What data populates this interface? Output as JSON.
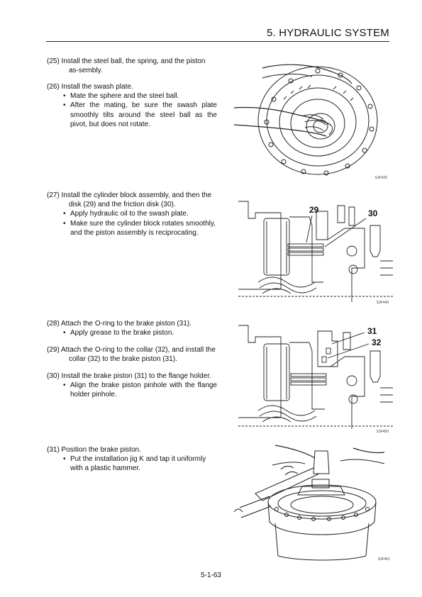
{
  "header": {
    "section_title": "5. HYDRAULIC SYSTEM"
  },
  "steps": [
    {
      "title": "(25) Install the steel ball, the spring, and the piston as-sembly.",
      "bullets": []
    },
    {
      "title": "(26) Install the swash plate.",
      "bullets": [
        "Mate the sphere and the steel ball.",
        "After the mating, be sure the swash plate smoothly tilts around the steel ball as the pivot, but does not rotate."
      ]
    },
    {
      "title": "(27) Install the cylinder block assembly, and then the disk (29) and the friction disk (30).",
      "bullets": [
        "Apply hydraulic oil to the swash plate.",
        "Make sure the cylinder block rotates smoothly, and the piston assembly is reciprocating."
      ]
    },
    {
      "title": "(28) Attach the O-ring to the brake piston (31).",
      "bullets": [
        "Apply grease to the brake piston."
      ]
    },
    {
      "title": "(29) Attach the O-ring to the collar (32), and install the collar (32) to the brake piston (31).",
      "bullets": []
    },
    {
      "title": "(30) Install the brake piston (31) to the flange holder.",
      "bullets": [
        "Align the brake piston pinhole with the flange holder pinhole."
      ]
    },
    {
      "title": "(31) Position the brake piston.",
      "bullets": [
        "Put the installation jig K and tap it uniformly with a plastic hammer."
      ]
    }
  ],
  "figures": [
    {
      "code": "S3F429",
      "callouts": []
    },
    {
      "code": "S3F449",
      "callouts": [
        "29",
        "30"
      ]
    },
    {
      "code": "S3F450",
      "callouts": [
        "31",
        "32"
      ]
    },
    {
      "code": "S3F451",
      "callouts": []
    }
  ],
  "footer": {
    "page_number": "5-1-63"
  }
}
